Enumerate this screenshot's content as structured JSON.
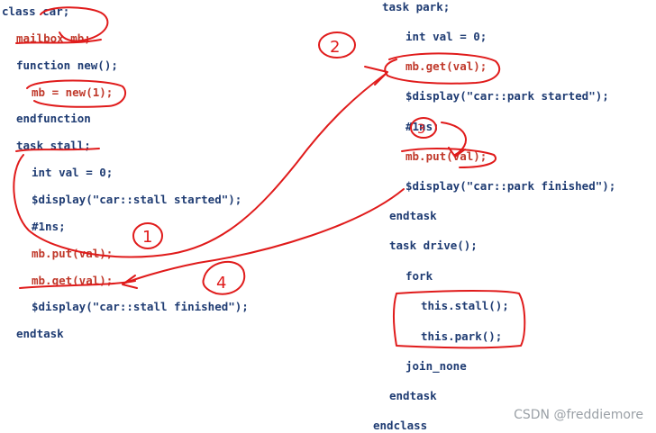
{
  "left_code": [
    {
      "text": "class car;",
      "color": "blue"
    },
    {
      "text": "mailbox mb;",
      "color": "red"
    },
    {
      "text": "function new();",
      "color": "blue"
    },
    {
      "text": "mb = new(1);",
      "color": "red"
    },
    {
      "text": "endfunction",
      "color": "blue"
    },
    {
      "text": "task stall;",
      "color": "blue"
    },
    {
      "text": "int val = 0;",
      "color": "blue"
    },
    {
      "text": "$display(\"car::stall started\");",
      "color": "blue"
    },
    {
      "text": "#1ns;",
      "color": "blue"
    },
    {
      "text": "mb.put(val);",
      "color": "red"
    },
    {
      "text": "mb.get(val);",
      "color": "red"
    },
    {
      "text": "$display(\"car::stall finished\");",
      "color": "blue"
    },
    {
      "text": "endtask",
      "color": "blue"
    }
  ],
  "right_code": [
    {
      "text": "task park;",
      "color": "blue"
    },
    {
      "text": "int val = 0;",
      "color": "blue"
    },
    {
      "text": "mb.get(val);",
      "color": "red"
    },
    {
      "text": "$display(\"car::park started\");",
      "color": "blue"
    },
    {
      "text": "#1ns;",
      "color": "blue"
    },
    {
      "text": "mb.put(val);",
      "color": "red"
    },
    {
      "text": "$display(\"car::park finished\");",
      "color": "blue"
    },
    {
      "text": "endtask",
      "color": "blue"
    },
    {
      "text": "task drive();",
      "color": "blue"
    },
    {
      "text": "fork",
      "color": "blue"
    },
    {
      "text": "this.stall();",
      "color": "blue"
    },
    {
      "text": "this.park();",
      "color": "blue"
    },
    {
      "text": "join_none",
      "color": "blue"
    },
    {
      "text": "endtask",
      "color": "blue"
    },
    {
      "text": "endclass",
      "color": "blue"
    }
  ],
  "annotations": {
    "step_labels": [
      "1",
      "2",
      "3",
      "4"
    ],
    "stroke_color": "#e01b1b"
  },
  "watermark": "CSDN @freddiemore",
  "colors": {
    "code_blue": "#1f3c73",
    "code_red": "#c0392b",
    "watermark_gray": "#9aa0a6",
    "background": "#ffffff"
  }
}
